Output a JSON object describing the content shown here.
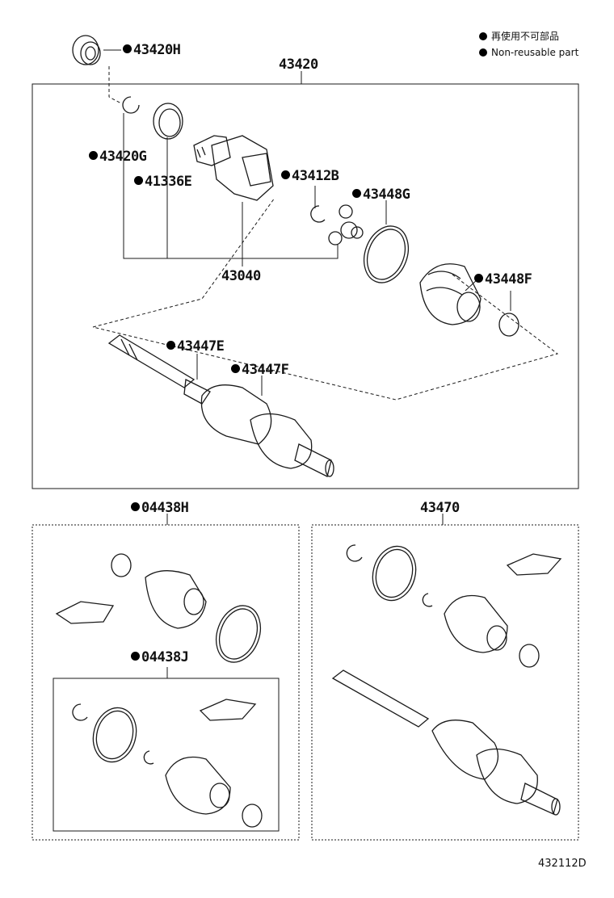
{
  "legend": {
    "jp": "再使用不可部品",
    "en": "Non-reusable part"
  },
  "labels": {
    "p43420H": "43420H",
    "p43420": "43420",
    "p43420G": "43420G",
    "p41336E": "41336E",
    "p43412B": "43412B",
    "p43448G": "43448G",
    "p43040": "43040",
    "p43448F": "43448F",
    "p43447E": "43447E",
    "p43447F": "43447F",
    "p04438H": "04438H",
    "p43470": "43470",
    "p04438J": "04438J"
  },
  "figure_id": "432112D",
  "colors": {
    "line": "#1a1a1a",
    "background": "#ffffff"
  },
  "non_reusable_marker": "filled-circle"
}
